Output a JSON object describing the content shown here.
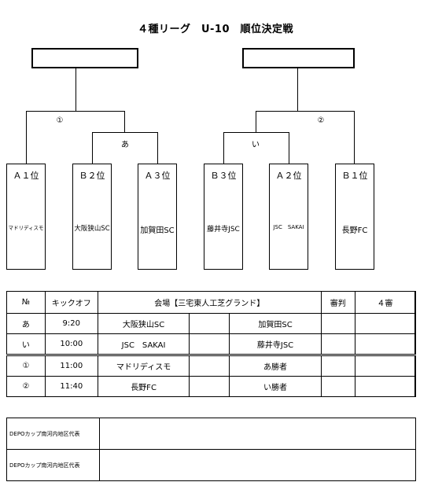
{
  "title": "４種リーグ　U-10　順位決定戦",
  "bracket": {
    "final_labels": [
      "①",
      "②"
    ],
    "semi_labels": [
      "あ",
      "い"
    ],
    "teams": [
      {
        "seed": "Ａ１位",
        "name": "マドリディスモ"
      },
      {
        "seed": "Ｂ２位",
        "name": "大阪狭山SC"
      },
      {
        "seed": "Ａ３位",
        "name": "加賀田SC"
      },
      {
        "seed": "Ｂ３位",
        "name": "藤井寺JSC"
      },
      {
        "seed": "Ａ２位",
        "name": "JSC　SAKAI"
      },
      {
        "seed": "Ｂ１位",
        "name": "長野FC"
      }
    ]
  },
  "schedule": {
    "headers": {
      "no": "№",
      "kickoff": "キックオフ",
      "venue": "会場【三宅東人工芝グランド】",
      "referee": "審判",
      "crew": "４審"
    },
    "rows": [
      {
        "no": "あ",
        "time": "9:20",
        "team1": "大阪狭山SC",
        "team2": "加賀田SC"
      },
      {
        "no": "い",
        "time": "10:00",
        "team1": "JSC　SAKAI",
        "team2": "藤井寺JSC"
      },
      {
        "no": "①",
        "time": "11:00",
        "team1": "マドリディスモ",
        "team2": "あ勝者"
      },
      {
        "no": "②",
        "time": "11:40",
        "team1": "長野FC",
        "team2": "い勝者"
      }
    ]
  },
  "representatives": [
    {
      "label": "DEPOカップ南河内地区代表",
      "value": ""
    },
    {
      "label": "DEPOカップ南河内地区代表",
      "value": ""
    }
  ]
}
